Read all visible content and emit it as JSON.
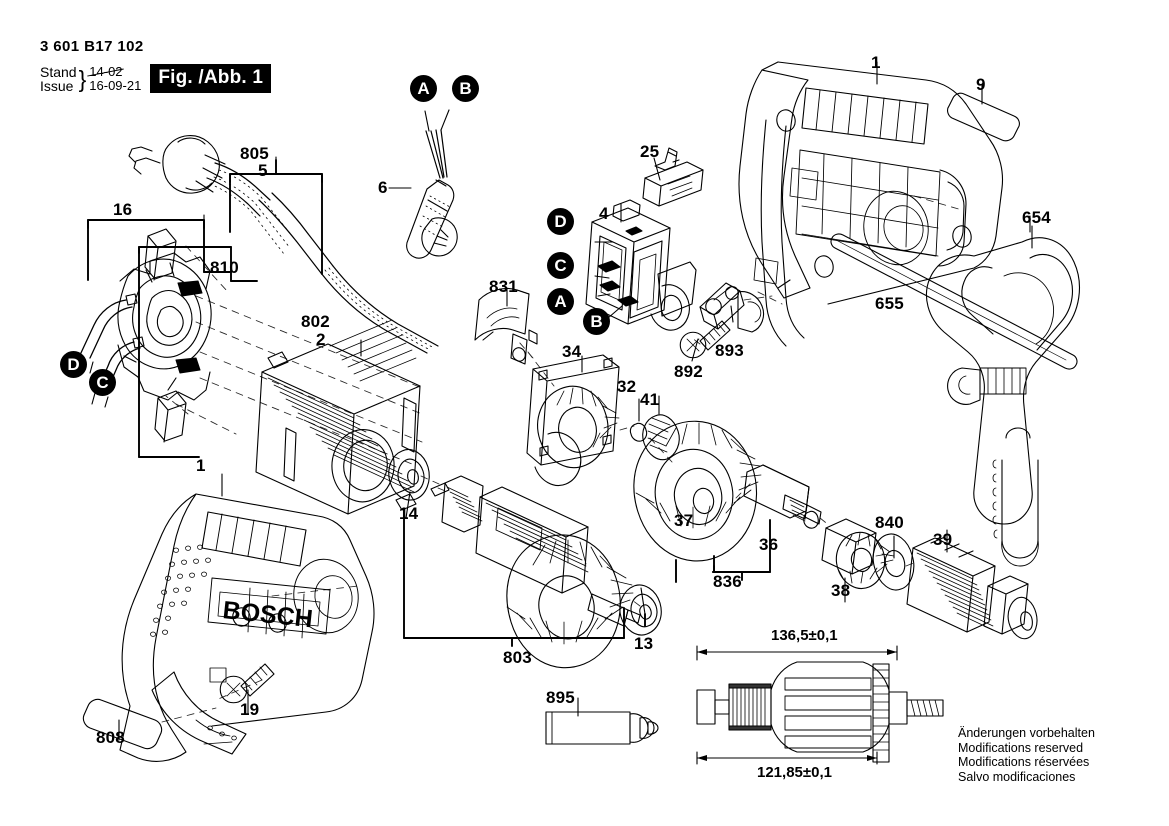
{
  "header": {
    "part_number": "3 601 B17 102",
    "label_stand": "Stand",
    "label_issue": "Issue",
    "date_superseded": "14-02",
    "date_current": "16-09-21",
    "figure_badge": "Fig. /Abb. 1"
  },
  "legal": {
    "line_de": "Änderungen vorbehalten",
    "line_en": "Modifications reserved",
    "line_fr": "Modifications réservées",
    "line_es": "Salvo modificaciones"
  },
  "dimensions": {
    "overall_length": "136,5±0,1",
    "core_length": "121,85±0,1"
  },
  "terminals": [
    {
      "id": "A",
      "name": "terminal-a-cord"
    },
    {
      "id": "B",
      "name": "terminal-b-cord"
    },
    {
      "id": "D",
      "name": "terminal-d-switch"
    },
    {
      "id": "C",
      "name": "terminal-c-switch"
    },
    {
      "id": "A",
      "name": "terminal-a-switch"
    },
    {
      "id": "B",
      "name": "terminal-b-switch"
    },
    {
      "id": "D",
      "name": "terminal-d-brush"
    },
    {
      "id": "C",
      "name": "terminal-c-brush"
    }
  ],
  "callouts": [
    {
      "num": "805",
      "name": "callout-805-cord-set"
    },
    {
      "num": "5",
      "name": "callout-5-cord"
    },
    {
      "num": "6",
      "name": "callout-6-strain-relief"
    },
    {
      "num": "16",
      "name": "callout-16-brush-group"
    },
    {
      "num": "810",
      "name": "callout-810-brush-holder"
    },
    {
      "num": "802",
      "name": "callout-802-field-group"
    },
    {
      "num": "2",
      "name": "callout-2-field-coil"
    },
    {
      "num": "1",
      "name": "callout-1-housing-right"
    },
    {
      "num": "9",
      "name": "callout-9-nameplate"
    },
    {
      "num": "25",
      "name": "callout-25-clip"
    },
    {
      "num": "4",
      "name": "callout-4-switch"
    },
    {
      "num": "831",
      "name": "callout-831-cover"
    },
    {
      "num": "34",
      "name": "callout-34-gear-plate"
    },
    {
      "num": "32",
      "name": "callout-32-washer"
    },
    {
      "num": "41",
      "name": "callout-41-bearing"
    },
    {
      "num": "654",
      "name": "callout-654-aux-handle"
    },
    {
      "num": "655",
      "name": "callout-655-depth-stop"
    },
    {
      "num": "892",
      "name": "callout-892-screw"
    },
    {
      "num": "893",
      "name": "callout-893-clamp"
    },
    {
      "num": "14",
      "name": "callout-14-bearing"
    },
    {
      "num": "803",
      "name": "callout-803-armature"
    },
    {
      "num": "13",
      "name": "callout-13-bearing"
    },
    {
      "num": "37",
      "name": "callout-37-gear"
    },
    {
      "num": "36",
      "name": "callout-36-spindle"
    },
    {
      "num": "836",
      "name": "callout-836-spindle-group"
    },
    {
      "num": "38",
      "name": "callout-38-ratchet"
    },
    {
      "num": "840",
      "name": "callout-840-washer"
    },
    {
      "num": "39",
      "name": "callout-39-chuck"
    },
    {
      "num": "1",
      "name": "callout-1-housing-left"
    },
    {
      "num": "808",
      "name": "callout-808-label"
    },
    {
      "num": "19",
      "name": "callout-19-screw"
    },
    {
      "num": "895",
      "name": "callout-895-grease"
    }
  ],
  "brand": {
    "logo_text": "BOSCH"
  }
}
